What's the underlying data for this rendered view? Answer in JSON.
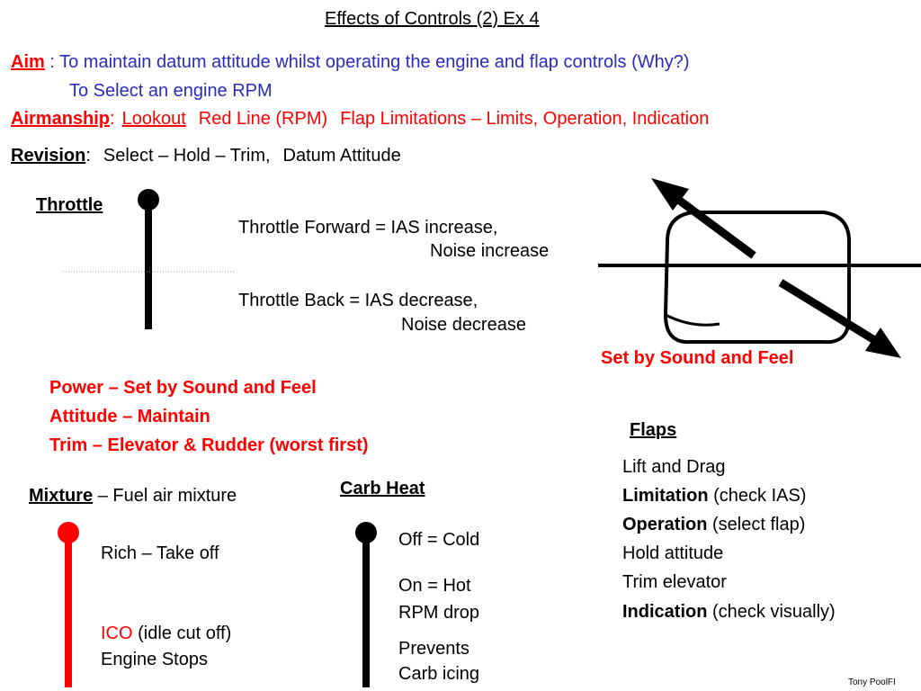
{
  "title": "Effects of Controls (2) Ex 4",
  "aim": {
    "label": "Aim",
    "sep": ":",
    "line1": "To maintain datum attitude whilst operating the engine and flap controls (Why?)",
    "line2": "To Select an engine RPM"
  },
  "airmanship": {
    "label": "Airmanship",
    "sep": ":",
    "lookout": "Lookout",
    "red_line": "Red Line (RPM)",
    "flap": "Flap Limitations – Limits, Operation, Indication"
  },
  "revision": {
    "label": "Revision",
    "sep": ":",
    "item1": "Select – Hold – Trim,",
    "item2": "Datum Attitude"
  },
  "throttle": {
    "label": "Throttle",
    "forward_1": "Throttle Forward = IAS increase,",
    "forward_2": "Noise increase",
    "back_1": "Throttle Back = IAS decrease,",
    "back_2": "Noise decrease"
  },
  "gauge_caption": "Set by Sound and Feel",
  "power_notes": [
    "Power – Set by Sound and Feel",
    "Attitude – Maintain",
    "Trim – Elevator & Rudder (worst first)"
  ],
  "mixture": {
    "label": "Mixture",
    "desc": "– Fuel air mixture",
    "rich": "Rich – Take off",
    "ico": "ICO",
    "ico_desc": "(idle cut off)",
    "stops": "Engine Stops"
  },
  "carb_heat": {
    "label": "Carb Heat",
    "off": "Off = Cold",
    "on_1": "On = Hot",
    "on_2": "RPM drop",
    "prevents_1": "Prevents",
    "prevents_2": "Carb icing"
  },
  "flaps": {
    "label": "Flaps",
    "lift": "Lift and Drag",
    "limitation_bold": "Limitation",
    "limitation_rest": "(check IAS)",
    "operation_bold": "Operation",
    "operation_rest": "(select flap)",
    "hold": "Hold attitude",
    "trim": "Trim elevator",
    "indication_bold": "Indication",
    "indication_rest": "(check visually)"
  },
  "credit": "Tony PoolFI",
  "colors": {
    "red": "#ff0000",
    "blue": "#2b2bbd",
    "black": "#000000"
  }
}
